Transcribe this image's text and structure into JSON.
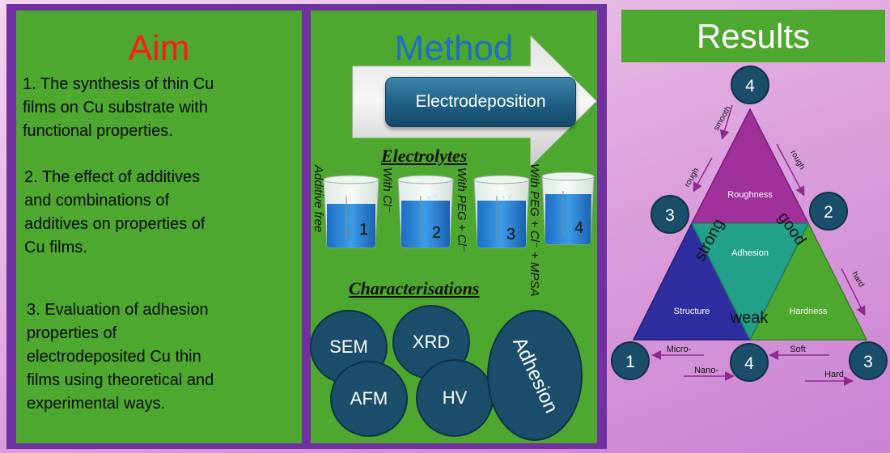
{
  "aim": {
    "title": "Aim",
    "items": [
      "1.  The synthesis of thin Cu\nfilms on Cu substrate with\nfunctional properties.",
      "2.  The effect of additives\nand combinations of\nadditives on properties of\nCu films.",
      "3. Evaluation of adhesion\nproperties of\nelectrodeposited Cu thin\nfilms using theoretical and\nexperimental ways."
    ]
  },
  "method": {
    "title": "Method",
    "step": "Electrodeposition",
    "electrolytes_title": "Electrolytes",
    "electrolytes": [
      {
        "label": "Additive free",
        "number": "1"
      },
      {
        "label": "With Cl⁻",
        "number": "2"
      },
      {
        "label": "With PEG + Cl⁻",
        "number": "3"
      },
      {
        "label": "With PEG + Cl⁻ + MPSA",
        "number": "4"
      }
    ],
    "characterisations_title": "Characterisations",
    "characterisations": [
      "SEM",
      "XRD",
      "AFM",
      "HV",
      "Adhesion"
    ]
  },
  "results": {
    "title": "Results",
    "regions": {
      "top": "Roughness",
      "center": "Adhesion",
      "left": "Structure",
      "right": "Hardness"
    },
    "adhesion_words": {
      "left": "strong",
      "right": "good",
      "bottom": "weak"
    },
    "nodes": {
      "top": "4",
      "mid_left": "3",
      "mid_right": "2",
      "bottom_left": "1",
      "bottom_center": "4",
      "bottom_right": "3"
    },
    "arrow_labels": {
      "smooth": "smooth",
      "rough_left": "rough",
      "rough_right": "rough",
      "hard_side": "hard",
      "micro": "Micro-",
      "nano": "Nano-",
      "soft": "Soft",
      "hard_bottom": "Hard"
    },
    "colors": {
      "roughness": "#a0309a",
      "adhesion": "#23a08a",
      "structure": "#2e2ea0",
      "hardness": "#4ea72e",
      "node": "#1b4e6b",
      "arrow": "#8e2a8e"
    }
  }
}
